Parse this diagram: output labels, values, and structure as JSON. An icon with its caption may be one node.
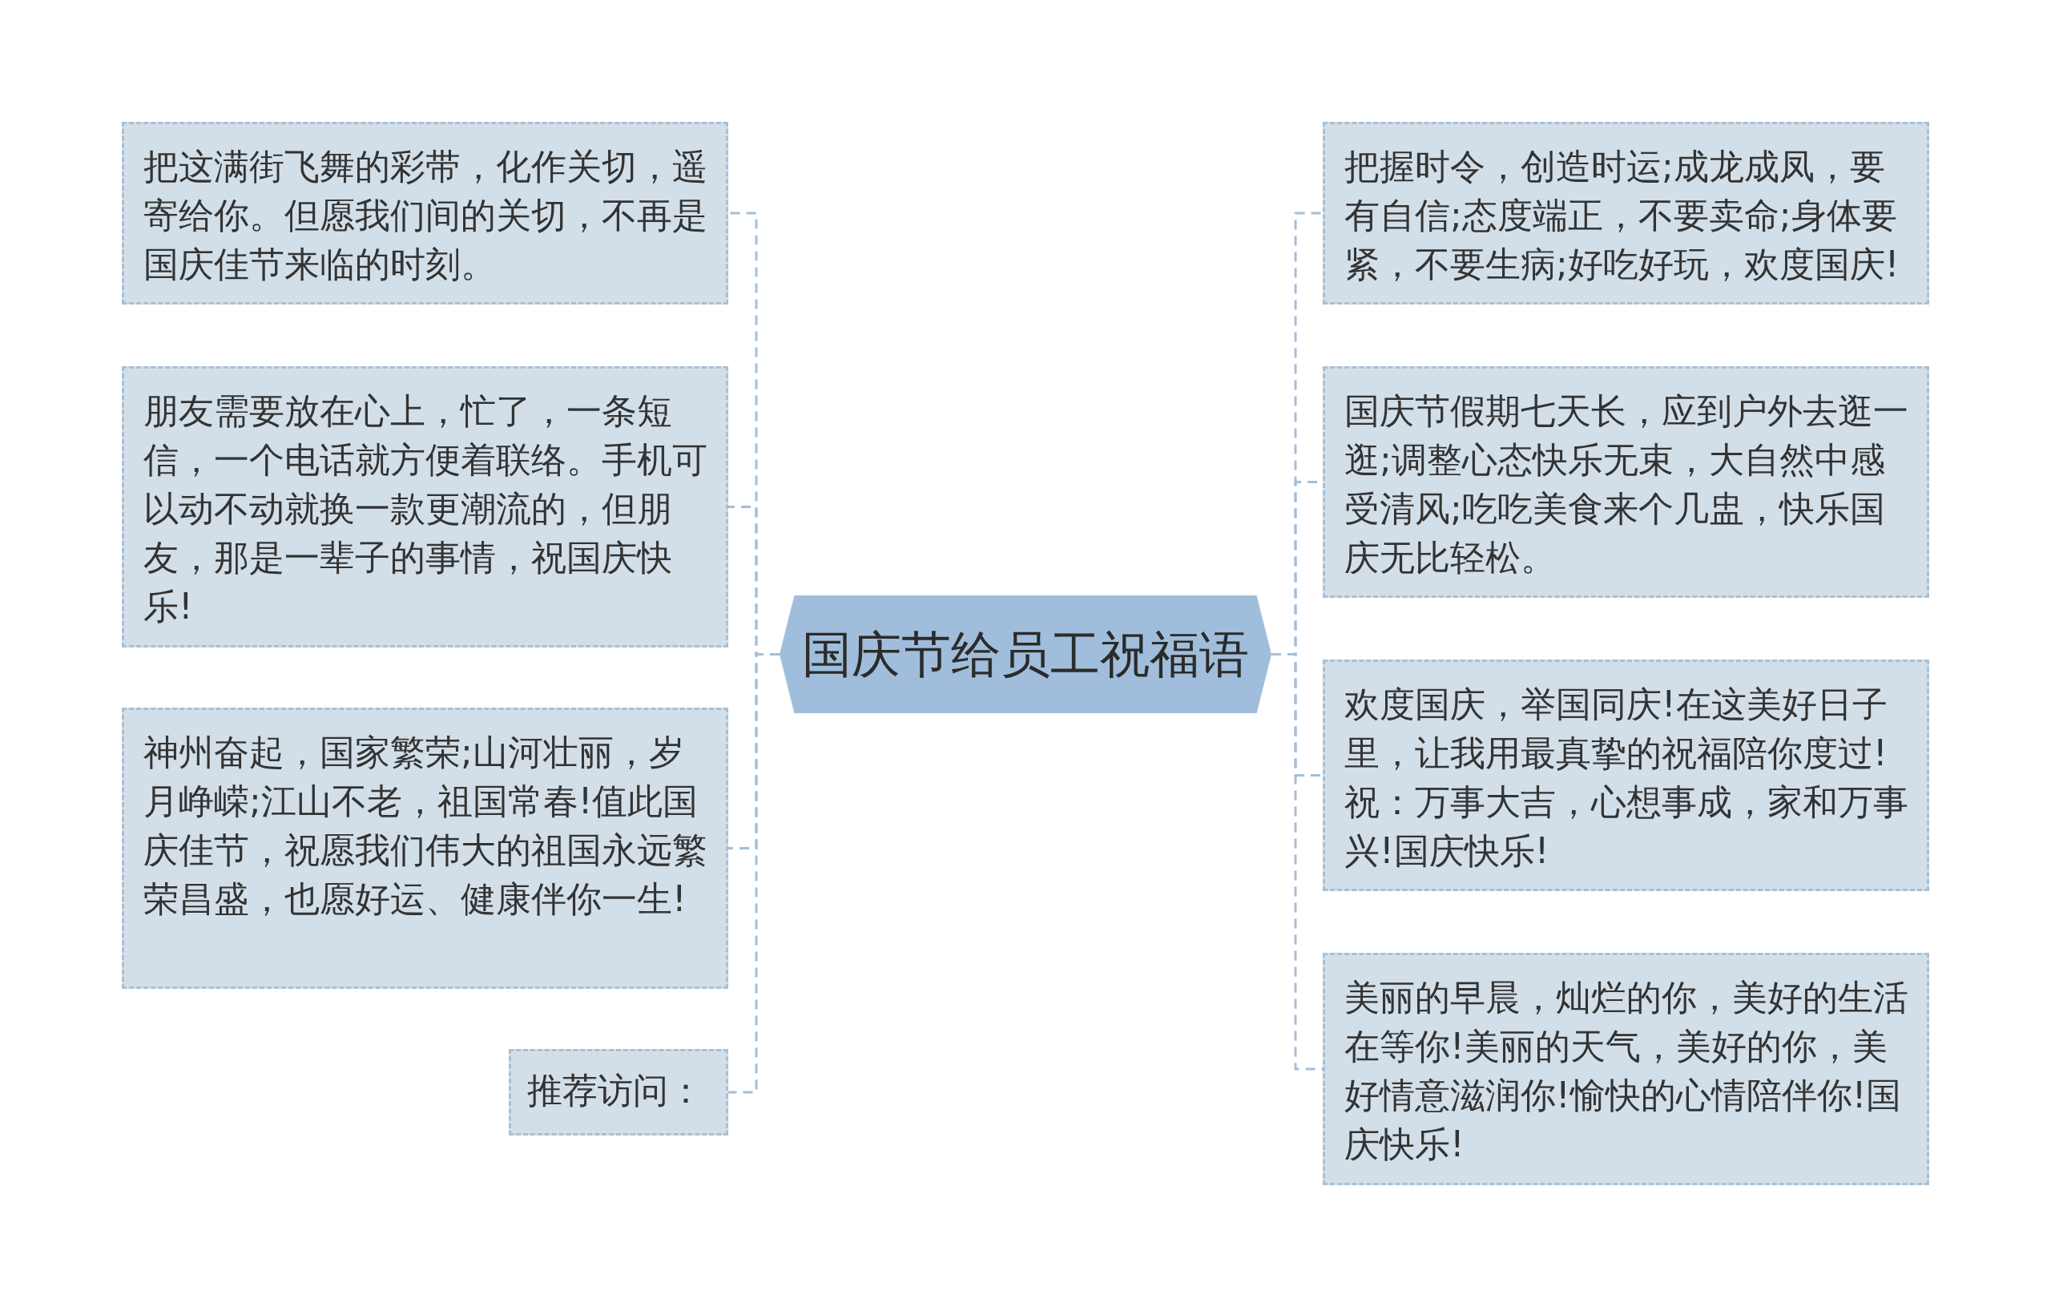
{
  "diagram": {
    "nodes": [
      {
        "text": [
          "国庆节给员工祝福语"
        ]
      },
      {
        "text": [
          "把这满街飞舞的彩带，化作关切，遥寄给你。但愿我们间的关切，不再是国庆佳节来临的时刻。"
        ]
      },
      {
        "text": [
          "朋友需要放在心上，忙了，一条短信，一个电话就方便着联络。手机可以动不动就换一款更潮流的，但朋友，那是一辈子的事情，祝国庆快乐!"
        ]
      },
      {
        "text": [
          "神州奋起，国家繁荣;山河壮丽，岁月峥嵘;江山不老，祖国常春!值此国庆佳节，祝愿我们伟大的祖国永远繁荣昌盛，也愿好运、健康伴你一生!"
        ]
      },
      {
        "text": [
          "推荐访问："
        ]
      },
      {
        "text": [
          "把握时令，创造时运;成龙成凤，要有自信;态度端正，不要卖命;身体要紧，不要生病;好吃好玩，欢度国庆!"
        ]
      },
      {
        "text": [
          "国庆节假期七天长，应到户外去逛一逛;调整心态快乐无束，大自然中感受清风;吃吃美食来个几盅，快乐国庆无比轻松。"
        ]
      },
      {
        "text": [
          "欢度国庆，举国同庆!在这美好日子里，让我用最真挚的祝福陪你度过!祝：万事大吉，心想事成，家和万事兴!国庆快乐!"
        ]
      },
      {
        "text": [
          "美丽的早晨，灿烂的你，美好的生活在等你!美丽的天气，美好的你，美好情意滋润你!愉快的心情陪伴你!国庆快乐!"
        ]
      }
    ],
    "edges": [
      {
        "from": 0,
        "to": 1,
        "arrow": "none",
        "style": "dashed"
      },
      {
        "from": 0,
        "to": 2,
        "arrow": "none",
        "style": "dashed"
      },
      {
        "from": 0,
        "to": 3,
        "arrow": "none",
        "style": "dashed"
      },
      {
        "from": 0,
        "to": 4,
        "arrow": "none",
        "style": "dashed"
      },
      {
        "from": 0,
        "to": 5,
        "arrow": "none",
        "style": "dashed"
      },
      {
        "from": 0,
        "to": 6,
        "arrow": "none",
        "style": "dashed"
      },
      {
        "from": 0,
        "to": 7,
        "arrow": "none",
        "style": "dashed"
      },
      {
        "from": 0,
        "to": 8,
        "arrow": "none",
        "style": "dashed"
      }
    ]
  }
}
